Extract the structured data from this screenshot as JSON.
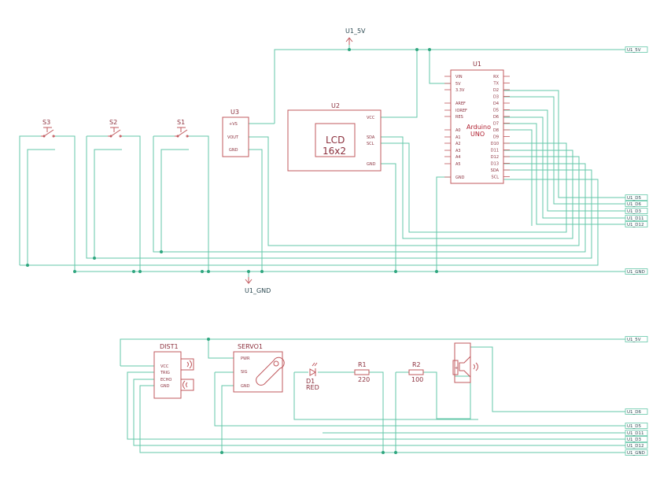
{
  "power": {
    "top_label": "U1_5V",
    "gnd_label": "U1_GND"
  },
  "switches": [
    {
      "ref": "S3"
    },
    {
      "ref": "S2"
    },
    {
      "ref": "S1"
    }
  ],
  "u3": {
    "ref": "U3",
    "pins": [
      "+VS",
      "VOUT",
      "GND"
    ]
  },
  "u2": {
    "ref": "U2",
    "screen_line1": "LCD",
    "screen_line2": "16x2",
    "pins_left": [],
    "pins_right": [
      "VCC",
      "SDA",
      "SCL",
      "GND"
    ]
  },
  "u1": {
    "ref": "U1",
    "name_line1": "Arduino",
    "name_line2": "UNO",
    "pins_left": [
      "VIN",
      "5V",
      "3.3V",
      "AREF",
      "IOREF",
      "RES",
      "A0",
      "A1",
      "A2",
      "A3",
      "A4",
      "A5",
      "GND"
    ],
    "pins_right": [
      "RX",
      "TX",
      "D2",
      "D3",
      "D4",
      "D5",
      "D6",
      "D7",
      "D8",
      "D9",
      "D10",
      "D11",
      "D12",
      "D13",
      "SDA",
      "SCL"
    ]
  },
  "net_labels_right": [
    "U1_5V",
    "U1_D5",
    "U1_D6",
    "U1_D3",
    "U1_D11",
    "U1_D12",
    "U1_GND",
    "U1_5V",
    "U1_D6",
    "U1_D5",
    "U1_D11",
    "U1_D3",
    "U1_D12",
    "U1_GND"
  ],
  "dist1": {
    "ref": "DIST1",
    "pins": [
      "VCC",
      "TRIG",
      "ECHO",
      "GND"
    ]
  },
  "servo1": {
    "ref": "SERVO1",
    "pins": [
      "PWR",
      "SIG",
      "GND"
    ]
  },
  "d1": {
    "ref": "D1",
    "value": "RED"
  },
  "r1": {
    "ref": "R1",
    "value": "220"
  },
  "r2": {
    "ref": "R2",
    "value": "100"
  },
  "buzzer": {
    "pin_plus": "+"
  }
}
